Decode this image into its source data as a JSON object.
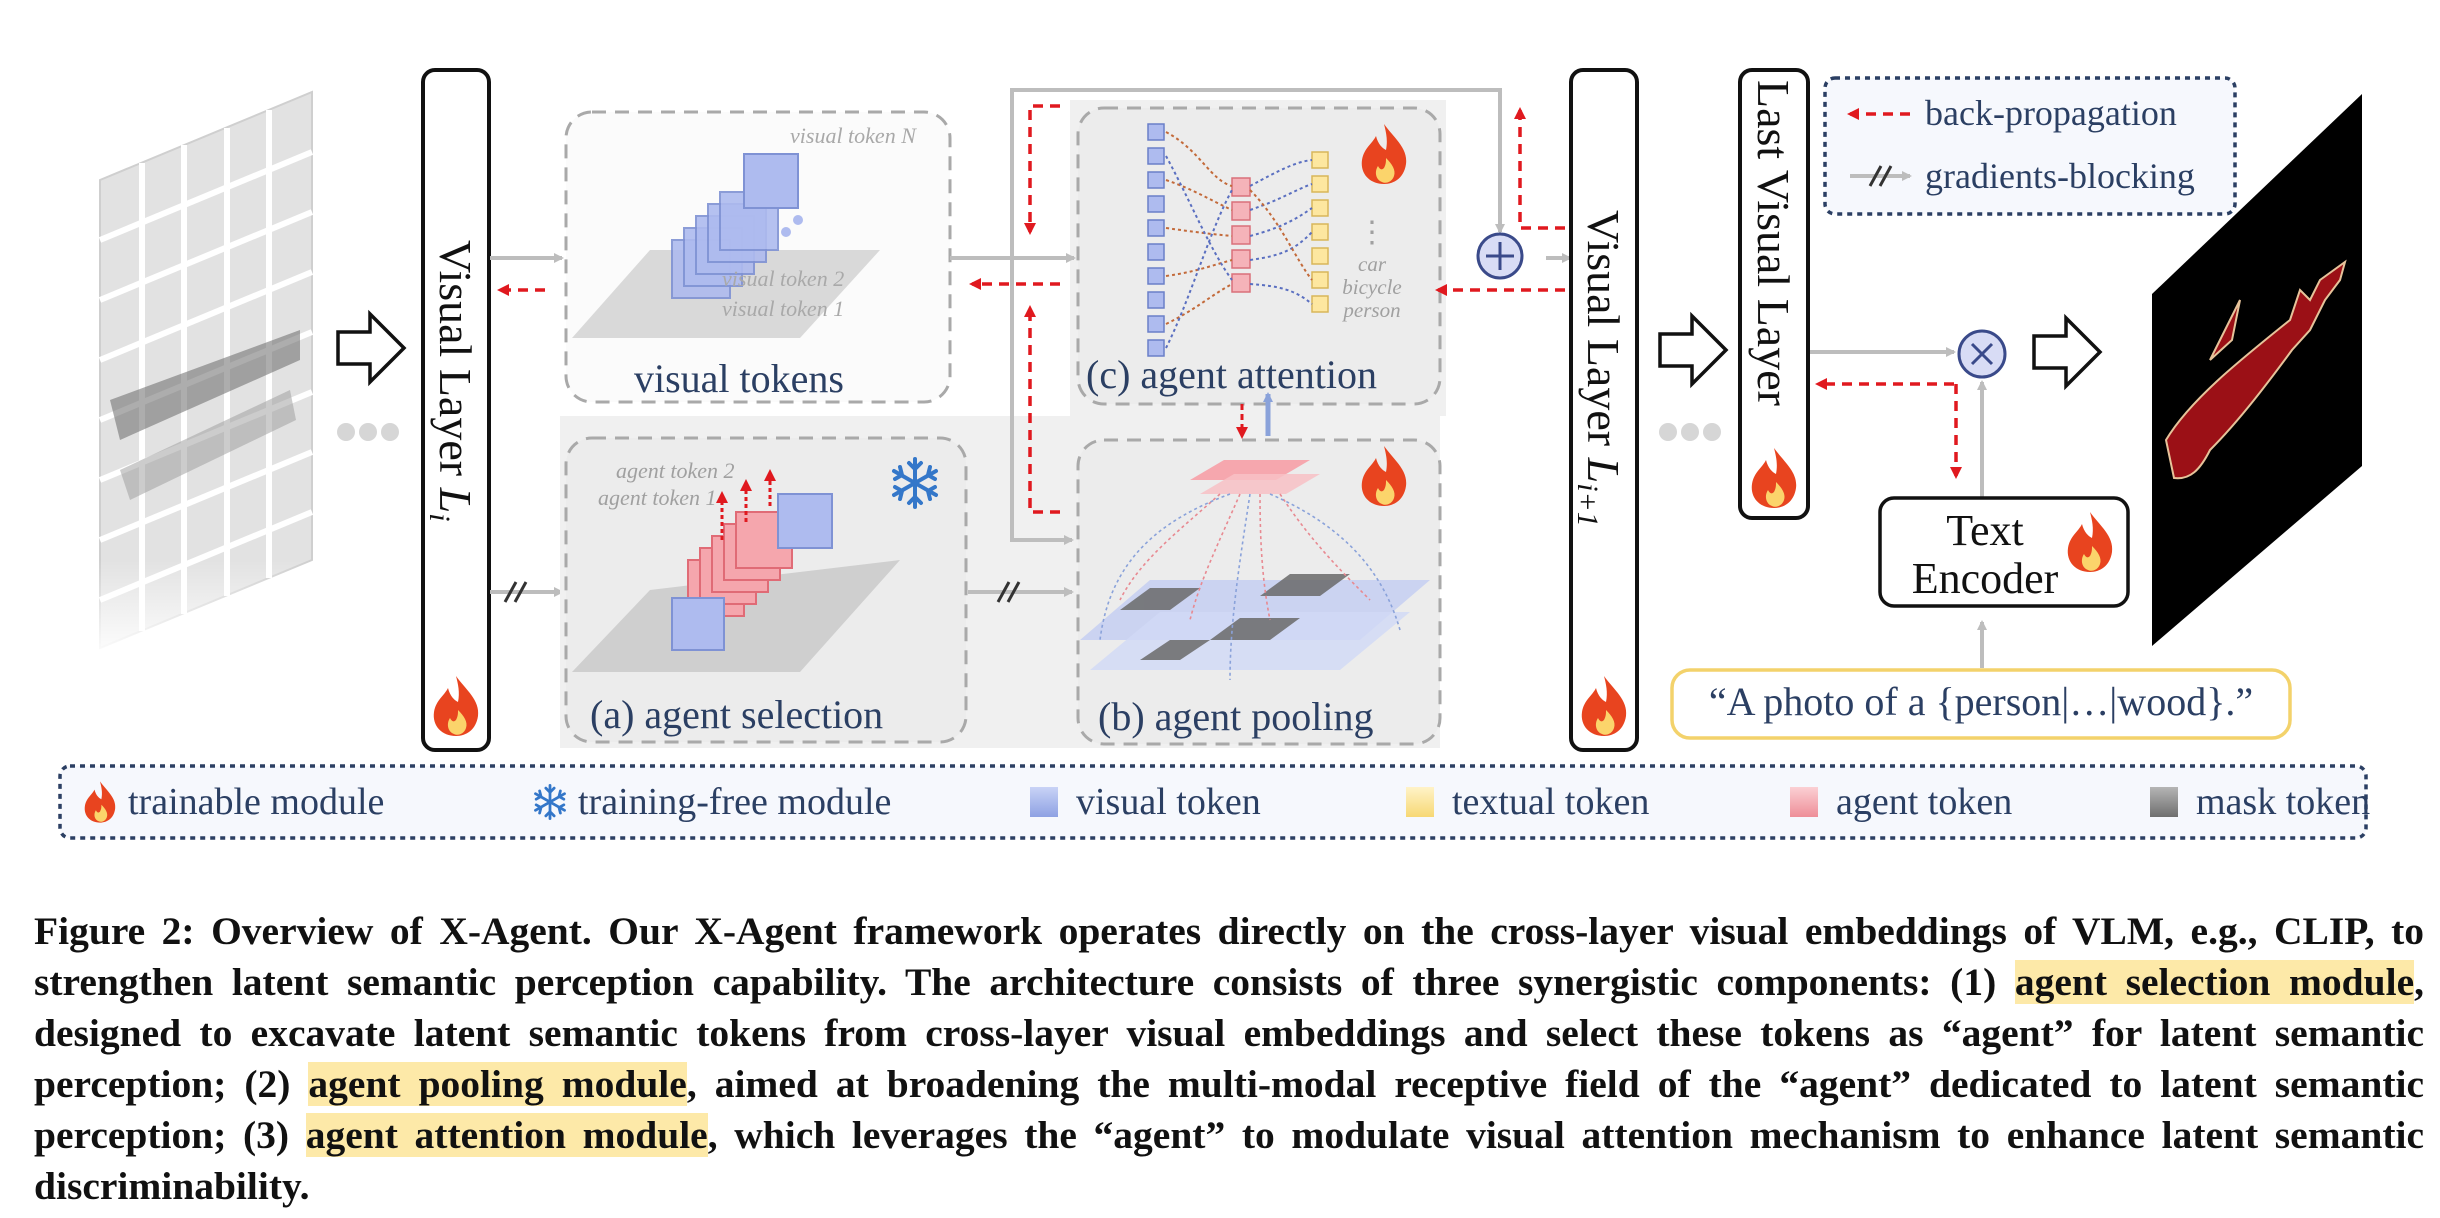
{
  "diagram": {
    "visual_tokens_panel": {
      "title": "visual tokens",
      "token_n": "visual token N",
      "token_2": "visual token 2",
      "token_1": "visual token 1"
    },
    "agent_selection_panel": {
      "title": "(a) agent selection",
      "token_2": "agent token 2",
      "token_1": "agent token 1"
    },
    "agent_pooling_panel": {
      "title": "(b) agent pooling"
    },
    "agent_attention_panel": {
      "title": "(c) agent attention",
      "class_dots": "⋮",
      "class_1": "car",
      "class_2": "bicycle",
      "class_3": "person"
    },
    "layer_li": {
      "label": "Visual Layer",
      "sub": "i"
    },
    "layer_li1": {
      "label": "Visual Layer",
      "sub": "i+1"
    },
    "last_layer": {
      "label": "Last Visual Layer"
    },
    "text_encoder": {
      "line1": "Text",
      "line2": "Encoder"
    },
    "prompt": "“A photo of a {person|…|wood}.”",
    "line_legend": {
      "backprop": "back-propagation",
      "blocking": "gradients-blocking"
    }
  },
  "legend": {
    "trainable": "trainable module",
    "training_free": "training-free module",
    "visual_token": "visual token",
    "textual_token": "textual token",
    "agent_token": "agent token",
    "mask_token": "mask token"
  },
  "caption": {
    "part1": "Figure 2: Overview of X-Agent. Our X-Agent framework operates directly on the cross-layer visual embeddings of VLM, e.g., CLIP, to strengthen latent semantic perception capability. The architecture consists of three synergistic components: (1) ",
    "hl1": "agent selection module",
    "part2": ", designed to excavate latent semantic tokens from cross-layer visual embeddings and select these tokens as “agent” for latent semantic perception; (2) ",
    "hl2": "agent pooling module",
    "part3": ", aimed at broadening the multi-modal receptive field of the “agent” dedicated to latent semantic perception; (3) ",
    "hl3": "agent attention module",
    "part4": ", which leverages the “agent” to modulate visual attention mechanism to enhance latent semantic discriminability."
  },
  "colors": {
    "text": "#2b3f63",
    "visual_token": "#9fb0e6",
    "textual_token": "#fde7a0",
    "agent_token": "#f3a0a8",
    "mask_token": "#8a8a8a",
    "flame": "#e8441f",
    "backprop": "#e0191f",
    "highlight": "#fde9a8"
  },
  "icons": [
    "flame-icon",
    "snowflake-icon",
    "plus-circle-icon",
    "times-circle-icon",
    "hollow-arrow-icon"
  ]
}
